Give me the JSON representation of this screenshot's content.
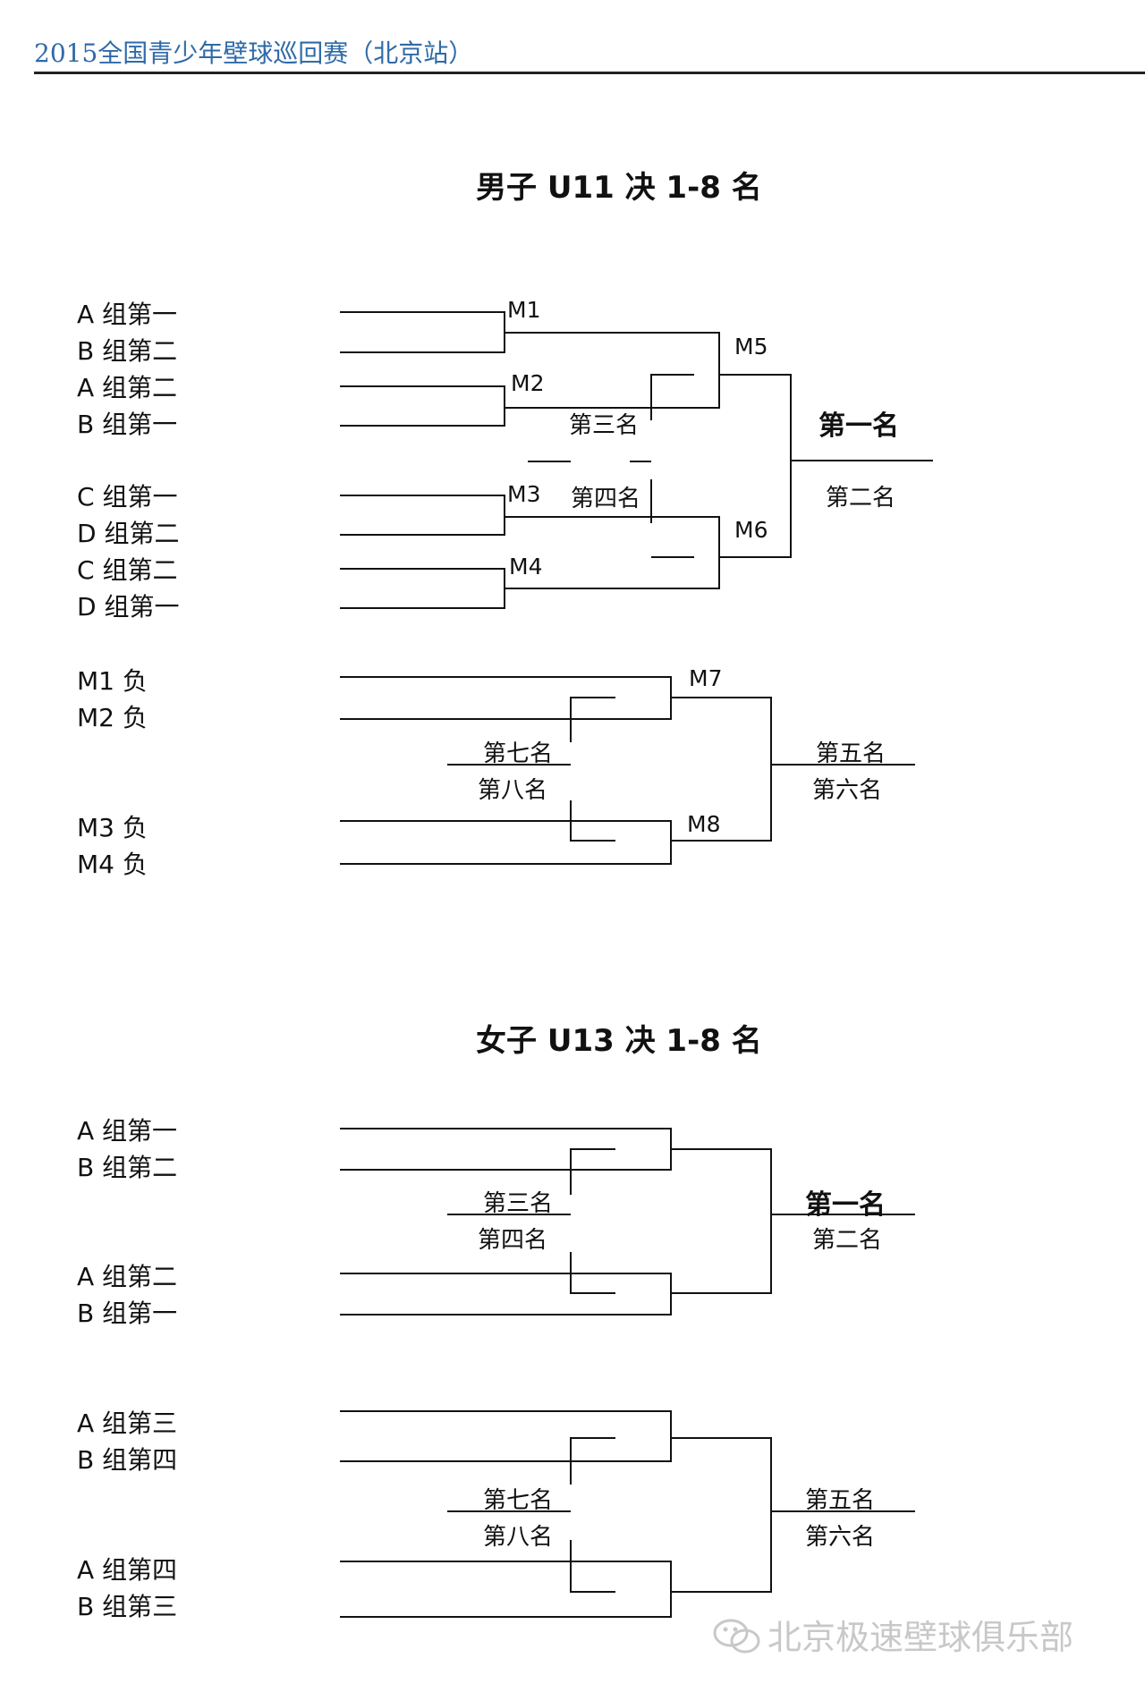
{
  "header": {
    "title": "2015全国青少年壁球巡回赛（北京站）"
  },
  "boys_u11": {
    "title": "男子 U11 决 1-8 名",
    "entrants": [
      "A 组第一",
      "B 组第二",
      "A 组第二",
      "B 组第一",
      "C 组第一",
      "D 组第二",
      "C 组第二",
      "D 组第一"
    ],
    "losers": [
      "M1 负",
      "M2 负",
      "M3 负",
      "M4 负"
    ],
    "matches": {
      "m1": "M1",
      "m2": "M2",
      "m3": "M3",
      "m4": "M4",
      "m5": "M5",
      "m6": "M6",
      "m7": "M7",
      "m8": "M8"
    },
    "ranks": {
      "first": "第一名",
      "second": "第二名",
      "third": "第三名",
      "fourth": "第四名",
      "fifth": "第五名",
      "sixth": "第六名",
      "seventh": "第七名",
      "eighth": "第八名"
    }
  },
  "girls_u13": {
    "title": "女子 U13 决 1-8 名",
    "entrants": [
      "A 组第一",
      "B 组第二",
      "A 组第二",
      "B 组第一",
      "A 组第三",
      "B 组第四",
      "A 组第四",
      "B 组第三"
    ],
    "ranks": {
      "first": "第一名",
      "second": "第二名",
      "third": "第三名",
      "fourth": "第四名",
      "fifth": "第五名",
      "sixth": "第六名",
      "seventh": "第七名",
      "eighth": "第八名"
    }
  },
  "watermark": {
    "text": "北京极速壁球俱乐部",
    "icon": "wechat-icon"
  }
}
